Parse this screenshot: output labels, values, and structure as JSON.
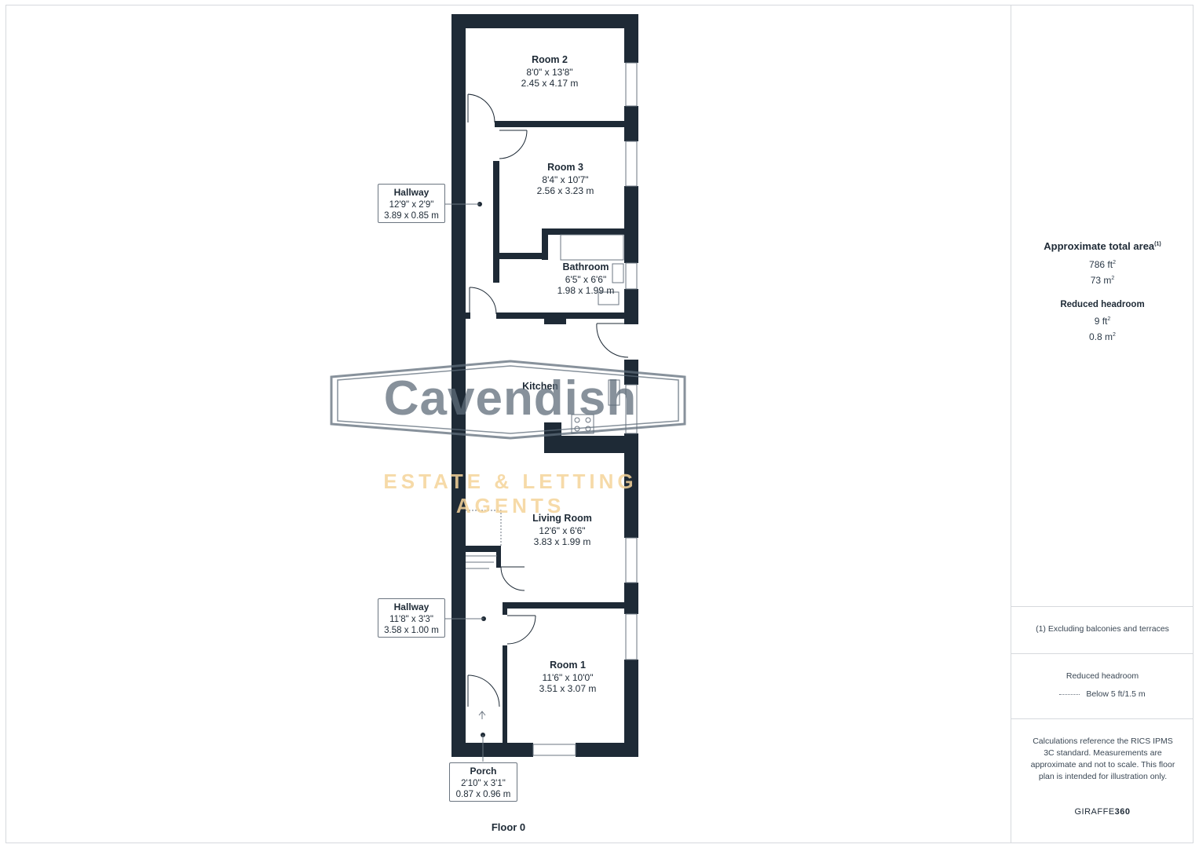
{
  "plan": {
    "floor_label": "Floor 0",
    "rooms": [
      {
        "id": "room-2",
        "name": "Room 2",
        "imperial": "8'0\" x 13'8\"",
        "metric": "2.45 x 4.17 m"
      },
      {
        "id": "room-3",
        "name": "Room 3",
        "imperial": "8'4\" x 10'7\"",
        "metric": "2.56 x 3.23 m"
      },
      {
        "id": "bathroom",
        "name": "Bathroom",
        "imperial": "6'5\" x 6'6\"",
        "metric": "1.98 x 1.99 m"
      },
      {
        "id": "kitchen",
        "name": "Kitchen"
      },
      {
        "id": "living-room",
        "name": "Living Room",
        "imperial": "12'6\" x 6'6\"",
        "metric": "3.83 x 1.99 m"
      },
      {
        "id": "room-1",
        "name": "Room 1",
        "imperial": "11'6\" x 10'0\"",
        "metric": "3.51 x 3.07 m"
      }
    ],
    "callouts": [
      {
        "id": "hallway-upper",
        "name": "Hallway",
        "imperial": "12'9\" x 2'9\"",
        "metric": "3.89 x 0.85 m"
      },
      {
        "id": "hallway-lower",
        "name": "Hallway",
        "imperial": "11'8\" x 3'3\"",
        "metric": "3.58 x 1.00 m"
      },
      {
        "id": "porch",
        "name": "Porch",
        "imperial": "2'10\" x 3'1\"",
        "metric": "0.87 x 0.96 m"
      }
    ]
  },
  "watermark": {
    "brand": "Cavendish",
    "tagline": "ESTATE & LETTING AGENTS"
  },
  "sidebar": {
    "total_area_title": "Approximate total area",
    "total_area_sup": "(1)",
    "total_area_ft": "786 ft",
    "total_area_m": "73 m",
    "sq": "2",
    "reduced_title": "Reduced headroom",
    "reduced_ft": "9 ft",
    "reduced_m": "0.8 m",
    "footnote": "(1) Excluding balconies and terraces",
    "legend_title": "Reduced headroom",
    "legend_item": "Below 5 ft/1.5 m",
    "disclaimer": "Calculations reference the RICS IPMS 3C standard. Measurements are approximate and not to scale. This floor plan is intended for illustration only.",
    "brand_a": "GIRAFFE",
    "brand_b": "360"
  },
  "colors": {
    "wall": "#1e2a36",
    "watermark_grey": "#5f6d7a",
    "watermark_gold": "#f5d49a"
  }
}
